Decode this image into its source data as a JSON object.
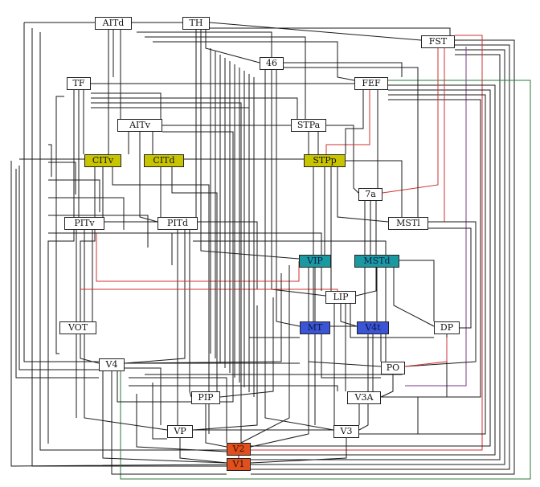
{
  "areas": {
    "AITd": "AITd",
    "TH": "TH",
    "FST": "FST",
    "area46": "46",
    "TF": "TF",
    "FEF": "FEF",
    "AITv": "AITv",
    "STPa": "STPa",
    "CITv": "CITv",
    "CITd": "CITd",
    "STPp": "STPp",
    "a7a": "7a",
    "PITv": "PITv",
    "PITd": "PITd",
    "MSTl": "MSTl",
    "VIP": "VIP",
    "MSTd": "MSTd",
    "LIP": "LIP",
    "VOT": "VOT",
    "MT": "MT",
    "V4t": "V4t",
    "DP": "DP",
    "V4": "V4",
    "PO": "PO",
    "PIP": "PIP",
    "V3A": "V3A",
    "VP": "VP",
    "V3": "V3",
    "V2": "V2",
    "V1": "V1"
  },
  "colors": {
    "line_default": "#1a1a1a",
    "line_red": "#d03030",
    "line_green": "#2a7a3a",
    "line_purple": "#7a3a8a",
    "node_yellow": "#c8c400",
    "node_teal": "#1a9aa0",
    "node_blue": "#3b55d6",
    "node_orange": "#e0501e"
  }
}
